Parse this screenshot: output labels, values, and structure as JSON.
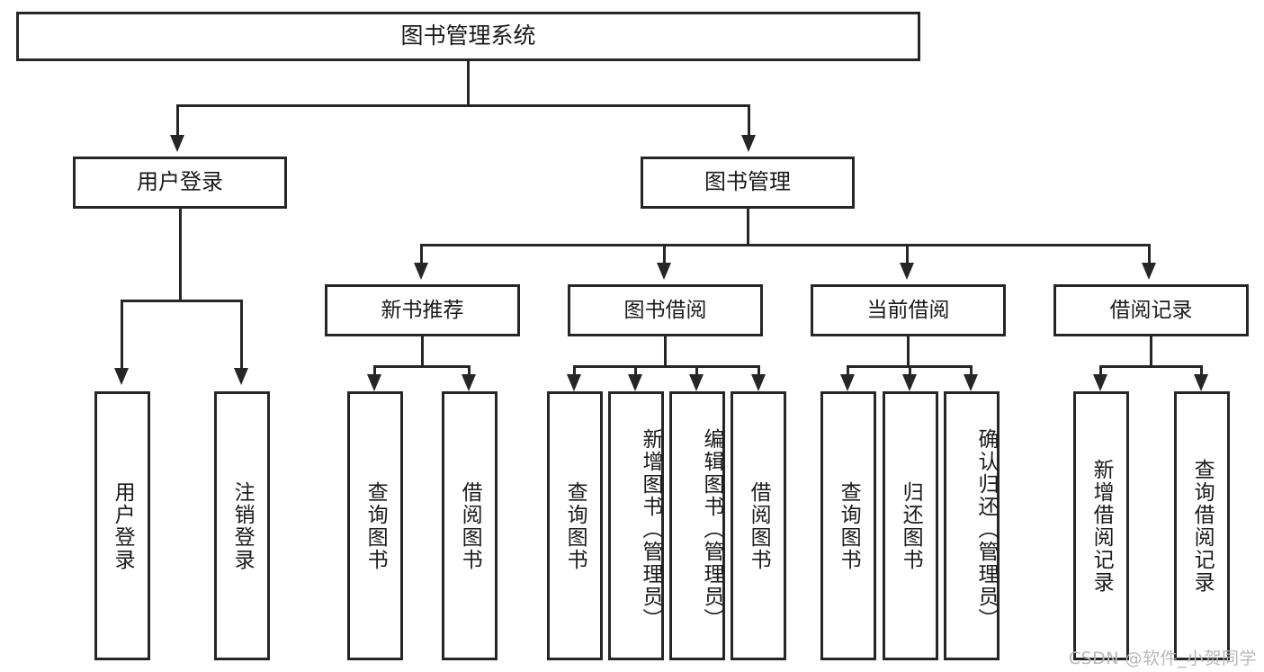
{
  "diagram": {
    "title": "图书管理系统",
    "type": "tree-hierarchy-diagram",
    "root": {
      "label": "图书管理系统"
    },
    "level2": [
      {
        "label": "用户登录"
      },
      {
        "label": "图书管理"
      }
    ],
    "level3": [
      {
        "label": "新书推荐"
      },
      {
        "label": "图书借阅"
      },
      {
        "label": "当前借阅"
      },
      {
        "label": "借阅记录"
      }
    ],
    "leaves": {
      "user_login": [
        {
          "label": "用户登录"
        },
        {
          "label": "注销登录"
        }
      ],
      "new_book_recommend": [
        {
          "label": "查询图书"
        },
        {
          "label": "借阅图书"
        }
      ],
      "book_borrow": [
        {
          "label": "查询图书"
        },
        {
          "label": "新增图书（管理员）"
        },
        {
          "label": "编辑图书（管理员）"
        },
        {
          "label": "借阅图书"
        }
      ],
      "current_borrow": [
        {
          "label": "查询图书"
        },
        {
          "label": "归还图书"
        },
        {
          "label": "确认归还（管理员）"
        }
      ],
      "borrow_records": [
        {
          "label": "新增借阅记录"
        },
        {
          "label": "查询借阅记录"
        }
      ]
    }
  },
  "watermark": {
    "text": "CSDN @软件_小贺同学"
  },
  "colors": {
    "stroke": "#262626",
    "background": "#ffffff",
    "text": "#1a1a1a",
    "watermark": "#b8b8b8"
  }
}
